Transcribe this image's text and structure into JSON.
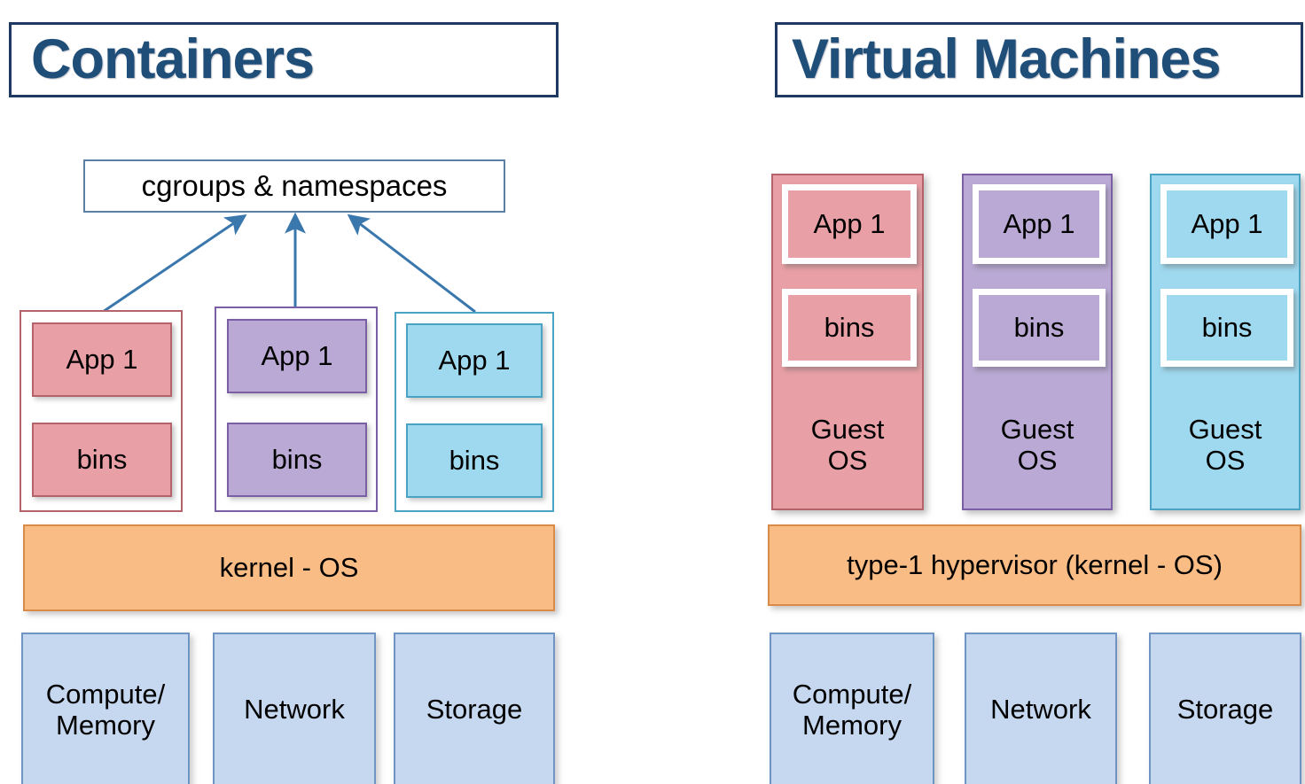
{
  "panels": {
    "left": {
      "title": "Containers",
      "orchestration": {
        "label": "cgroups & namespaces"
      },
      "containers": [
        {
          "app": "App 1",
          "bins": "bins",
          "fill": "#e8a0a6",
          "border": "#b5636b"
        },
        {
          "app": "App 1",
          "bins": "bins",
          "fill": "#b9a9d4",
          "border": "#7b5fa5"
        },
        {
          "app": "App 1",
          "bins": "bins",
          "fill": "#9fd9ef",
          "border": "#4ba3c3"
        }
      ],
      "platform_bar": {
        "label": "kernel - OS",
        "fill": "#f9bc85",
        "border": "#d98c49"
      },
      "infrastructure": [
        {
          "label": "Compute/\nMemory"
        },
        {
          "label": "Network"
        },
        {
          "label": "Storage"
        }
      ]
    },
    "right": {
      "title": "Virtual Machines",
      "vms": [
        {
          "app": "App 1",
          "bins": "bins",
          "guest_os": "Guest\nOS",
          "fill": "#e8a0a6",
          "border": "#b5636b"
        },
        {
          "app": "App 1",
          "bins": "bins",
          "guest_os": "Guest\nOS",
          "fill": "#b9a9d4",
          "border": "#7b5fa5"
        },
        {
          "app": "App 1",
          "bins": "bins",
          "guest_os": "Guest\nOS",
          "fill": "#9fd9ef",
          "border": "#4ba3c3"
        }
      ],
      "platform_bar": {
        "label": "type-1 hypervisor (kernel - OS)",
        "fill": "#f9bc85",
        "border": "#d98c49"
      },
      "infrastructure": [
        {
          "label": "Compute/\nMemory"
        },
        {
          "label": "Network"
        },
        {
          "label": "Storage"
        }
      ]
    }
  },
  "colors": {
    "title_text": "#1f4e79",
    "title_border": "#1f3864",
    "arrow": "#3a77ad",
    "infra_fill": "#c6d7f0",
    "infra_border": "#6f94c4",
    "cgroups_border": "#5b7fa6"
  }
}
